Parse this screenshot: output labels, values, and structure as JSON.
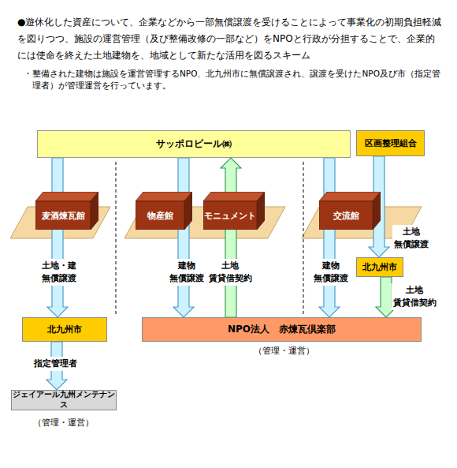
{
  "diagram": {
    "nodes": [
      {
        "text": [
          "サッポロビール㈱"
        ]
      },
      {
        "text": [
          "区画整理組合"
        ]
      },
      {
        "text": [
          "麦酒煉瓦館"
        ]
      },
      {
        "text": [
          "物産館"
        ]
      },
      {
        "text": [
          "モニュメント"
        ]
      },
      {
        "text": [
          "交流館"
        ]
      },
      {
        "text": [
          "北九州市"
        ]
      },
      {
        "text": [
          "北九州市"
        ]
      },
      {
        "text": [
          "NPO法人　赤煉瓦倶楽部"
        ]
      },
      {
        "text": [
          "ジェイアール九州メンテナンス"
        ]
      }
    ],
    "edges": [
      {
        "from": 0,
        "to": 7,
        "label": "土地・建 無償譲渡",
        "arrow": "to"
      },
      {
        "from": 0,
        "to": 8,
        "label": "建物 無償譲渡",
        "arrow": "to"
      },
      {
        "from": 8,
        "to": 0,
        "label": "土地 賃貸借契約",
        "arrow": "to"
      },
      {
        "from": 0,
        "to": 8,
        "label": "建物 無償譲渡",
        "arrow": "to"
      },
      {
        "from": 1,
        "to": 6,
        "label": "土地 無償譲渡",
        "arrow": "to"
      },
      {
        "from": 6,
        "to": 8,
        "label": "土地 賃貸借契約",
        "arrow": "to"
      },
      {
        "from": 7,
        "to": 9,
        "label": "指定管理者",
        "arrow": "to"
      }
    ],
    "labels": [
      "●遊休化した資産について、企業などから一部無償譲渡を受けることによって事業化の初期負担軽減を図りつつ、施設の運営管理（及び整備改修の一部など）をNPOと行政が分担することで、企業的には使命を終えた土地建物を、地域として新たな活用を図るスキーム",
      "・整備された建物は施設を運営管理するNPO、北九州市に無償譲渡され、譲渡を受けたNPO及び市（指定管理者）が管理運営を行っています。",
      "（管理・運営）",
      "（管理・運営）"
    ]
  }
}
